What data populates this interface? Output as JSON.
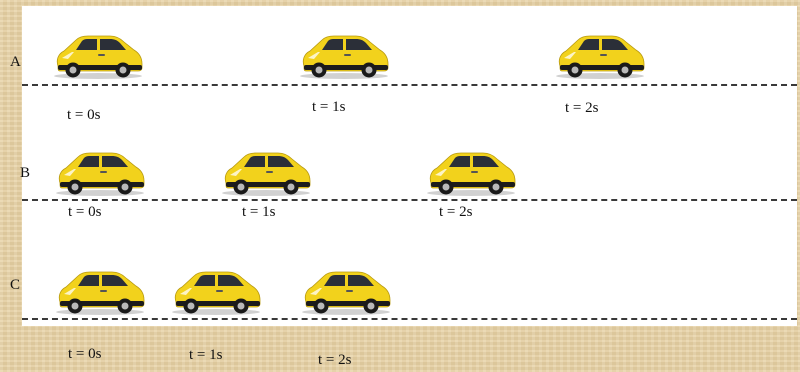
{
  "rows": [
    {
      "label": "A",
      "times": [
        "t = 0s",
        "t = 1s",
        "t = 2s"
      ]
    },
    {
      "label": "B",
      "times": [
        "t = 0s",
        "t = 1s",
        "t = 2s"
      ]
    },
    {
      "label": "C",
      "times": [
        "t = 0s",
        "t = 1s",
        "t = 2s"
      ]
    }
  ],
  "colors": {
    "car_body": "#f2d21c",
    "background": "#e7d2a6",
    "panel": "#ffffff",
    "dash": "#3a3a3a"
  }
}
